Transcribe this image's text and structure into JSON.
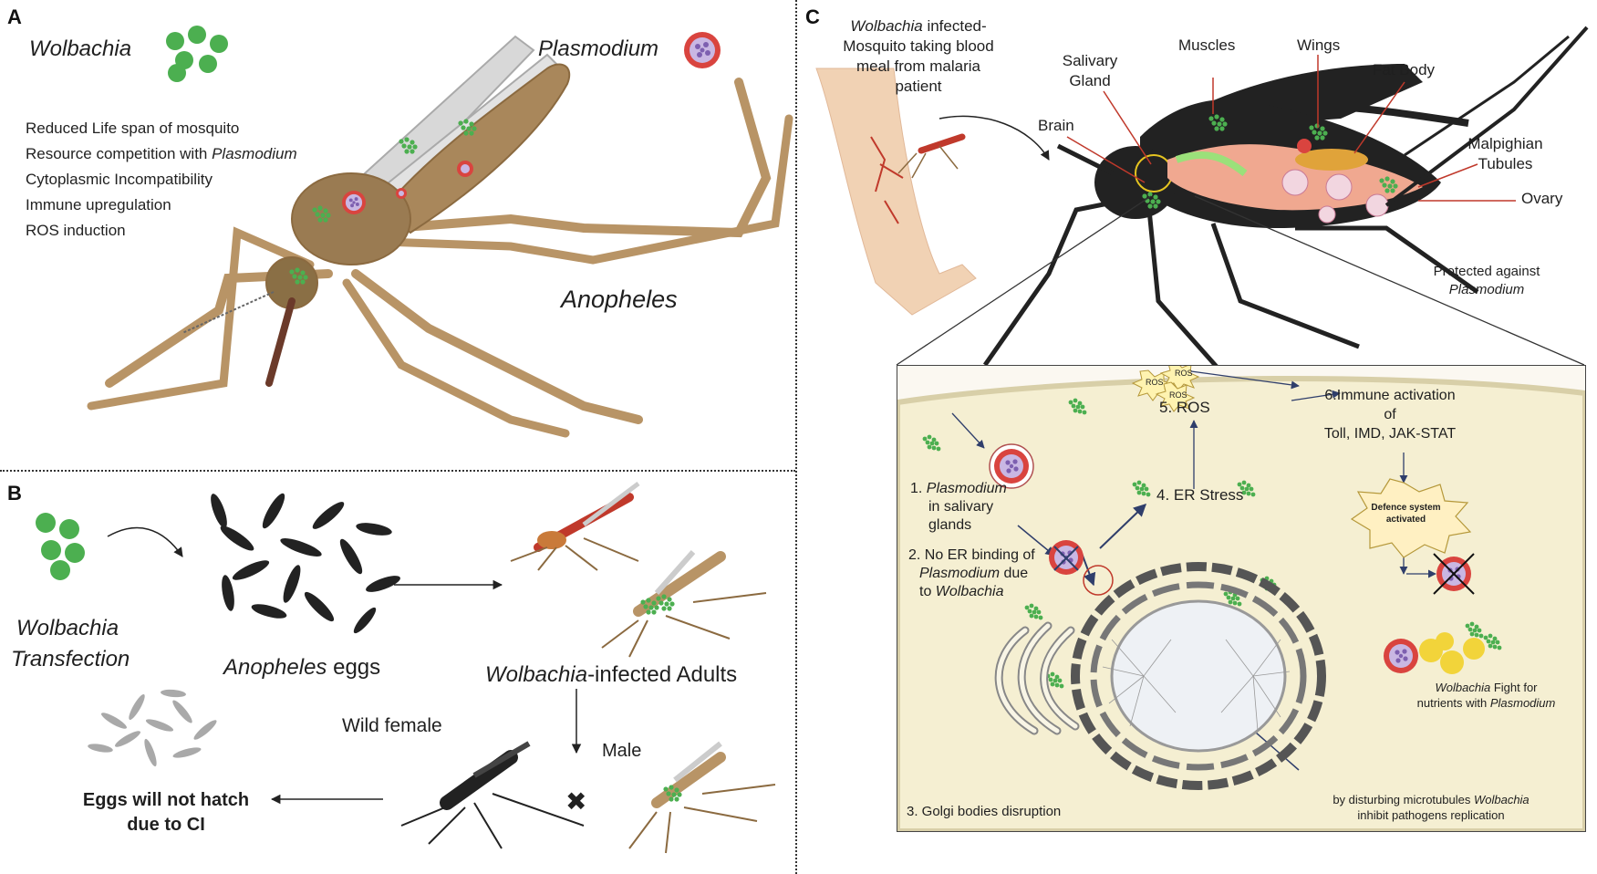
{
  "panels": {
    "a": {
      "letter": "A",
      "wolbachia": "Wolbachia",
      "plasmodium": "Plasmodium",
      "anopheles": "Anopheles",
      "effects": [
        {
          "text": "Reduced Life span of mosquito"
        },
        {
          "text": "Resource competition with ",
          "ital": "Plasmodium"
        },
        {
          "text": "Cytoplasmic Incompatibility"
        },
        {
          "text": "Immune upregulation"
        },
        {
          "text": "ROS induction"
        }
      ]
    },
    "b": {
      "letter": "B",
      "transfection_line1": "Wolbachia",
      "transfection_line2": "Transfection",
      "eggs_ital": "Anopheles",
      "eggs_rest": " eggs",
      "adults_ital": "Wolbachia",
      "adults_rest": "-infected Adults",
      "wild_female": "Wild female",
      "male": "Male",
      "cross": "✖",
      "no_hatch_line1": "Eggs will not hatch",
      "no_hatch_line2": "due to CI"
    },
    "c": {
      "letter": "C",
      "meal_ital": "Wolbachia",
      "meal_line1_rest": " infected-",
      "meal_line2": "Mosquito taking blood",
      "meal_line3": "meal from malaria",
      "meal_line4": "patient",
      "salivary_line1": "Salivary",
      "salivary_line2": "Gland",
      "muscles": "Muscles",
      "wings": "Wings",
      "fat_body": "Fat Body",
      "brain": "Brain",
      "malpighian_line1": "Malpighian",
      "malpighian_line2": "Tubules",
      "ovary": "Ovary",
      "protected_line1": "Protected against",
      "protected_line2": "Plasmodium",
      "ros": "ROS",
      "step1_num": "1.",
      "step1_ital": "Plasmodium",
      "step1_line2": "in salivary",
      "step1_line3": "glands",
      "step2_line1": "2. No ER binding of",
      "step2_ital": "Plasmodium",
      "step2_line2_rest": " due",
      "step2_line3_pre": "to ",
      "step2_line3_ital": "Wolbachia",
      "step3": "3. Golgi bodies disruption",
      "step4": "4. ER Stress",
      "step5": "5. ROS",
      "step6_line1": "6.Immune activation",
      "step6_line2": "of",
      "step6_line3": "Toll, IMD, JAK-STAT",
      "defence_line1": "Defence system",
      "defence_line2": "activated",
      "fight_ital": "Wolbachia",
      "fight_line1_rest": " Fight for",
      "fight_line2_pre": "nutrients with ",
      "fight_line2_ital": "Plasmodium",
      "micro_line1_pre": "by disturbing microtubules ",
      "micro_line1_ital": "Wolbachia",
      "micro_line2": "inhibit pathogens replication"
    }
  },
  "colors": {
    "wolbachia_green": "#4caf50",
    "plasmodium_red": "#d9443f",
    "plasmodium_purple": "#8a6fb8",
    "mosquito_tan": "#b89466",
    "arm_skin": "#f1d2b4",
    "cell_fill": "#f5efd2",
    "er_dark": "#555555",
    "label_line_red": "#c0392b"
  }
}
